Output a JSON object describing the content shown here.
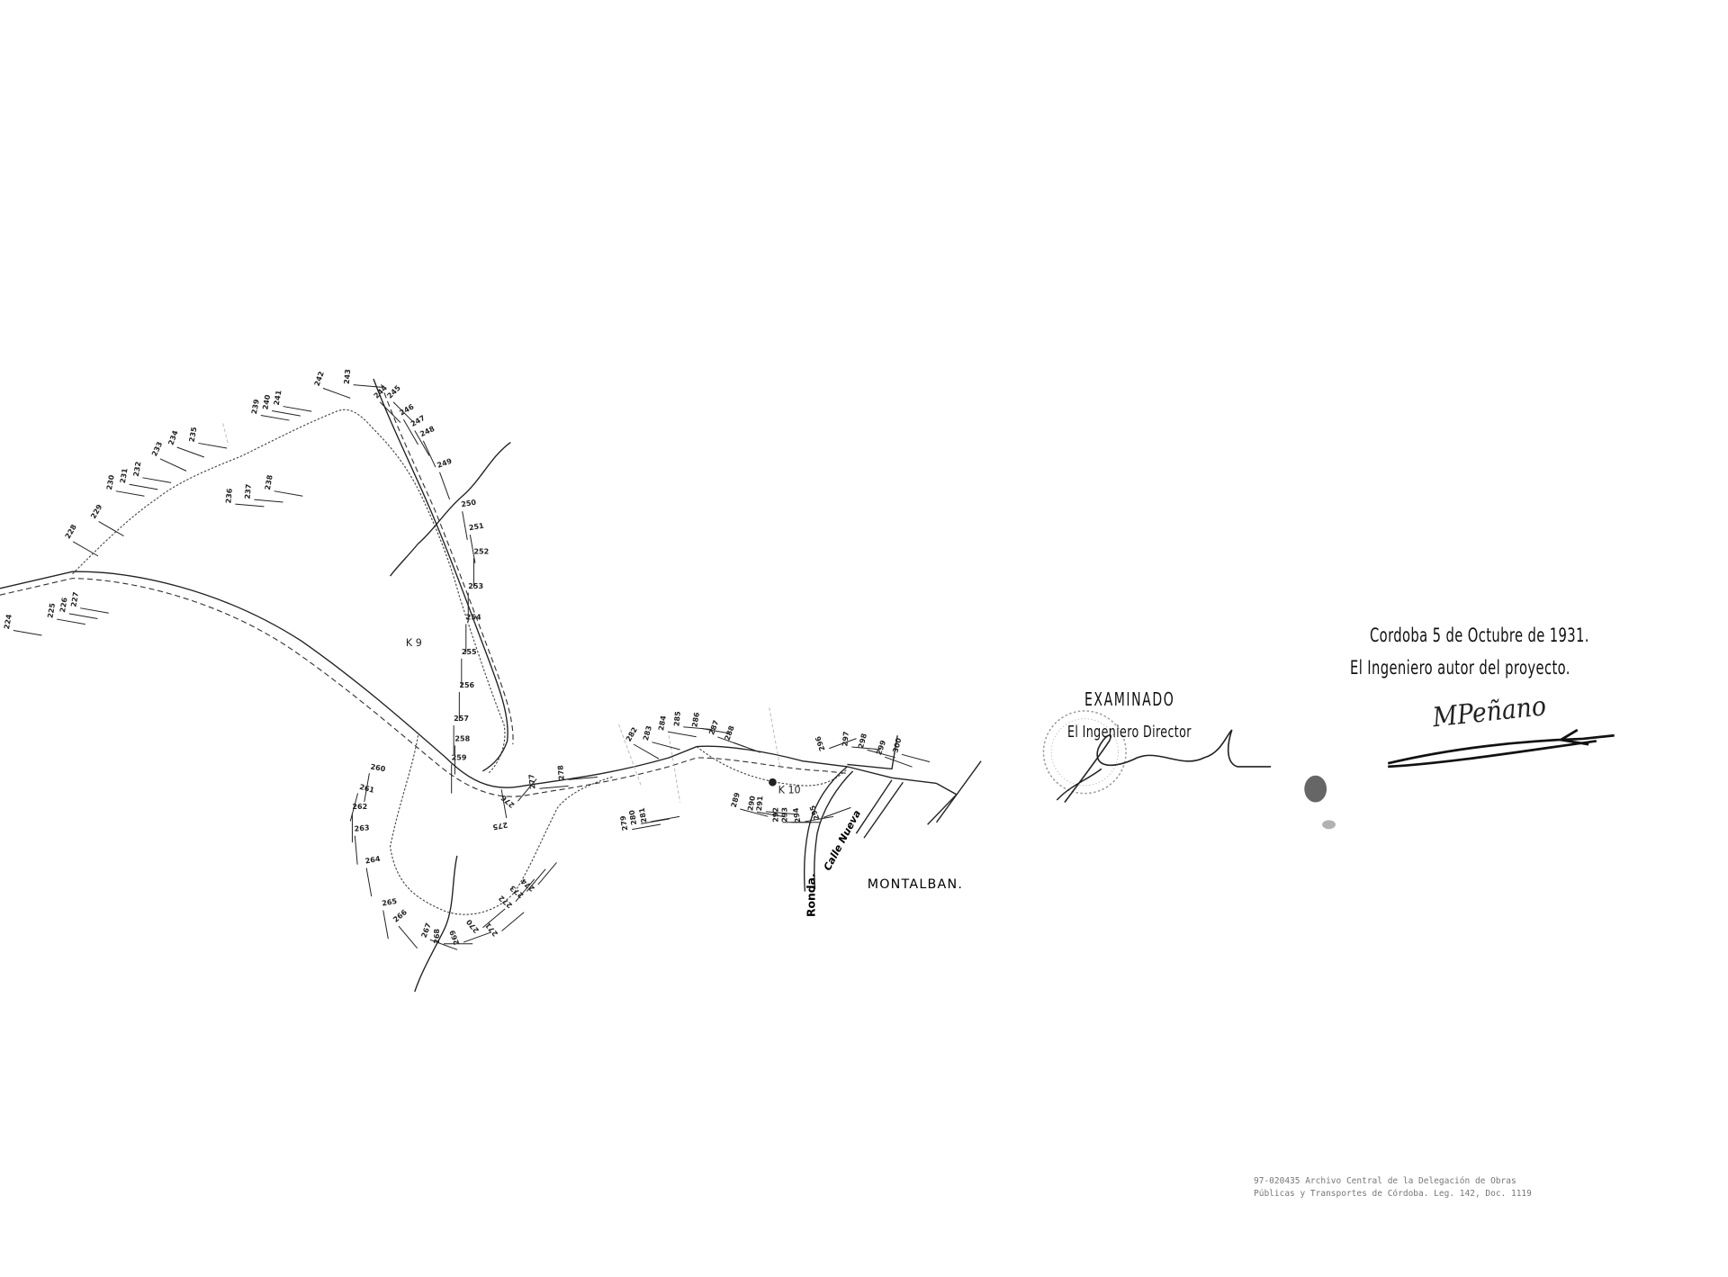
{
  "map": {
    "town_label": "MONTALBAN.",
    "street_ronda": "Ronda.",
    "street_calle_nueva": "Calle Nueva",
    "km_markers": [
      "K 9",
      "K 10"
    ],
    "stations": [
      "224",
      "225",
      "226",
      "227",
      "228",
      "229",
      "230",
      "231",
      "232",
      "233",
      "234",
      "235",
      "236",
      "237",
      "238",
      "239",
      "240",
      "241",
      "242",
      "243",
      "244",
      "245",
      "246",
      "247",
      "248",
      "249",
      "250",
      "251",
      "252",
      "253",
      "254",
      "255",
      "256",
      "257",
      "258",
      "259",
      "260",
      "261",
      "262",
      "263",
      "264",
      "265",
      "266",
      "267",
      "268",
      "269",
      "270",
      "271",
      "272",
      "273",
      "274",
      "275",
      "276",
      "277",
      "278",
      "279",
      "280",
      "281",
      "282",
      "283",
      "284",
      "285",
      "286",
      "287",
      "288",
      "289",
      "290",
      "291",
      "292",
      "293",
      "294",
      "295",
      "296",
      "297",
      "298",
      "299",
      "300"
    ]
  },
  "signature_block": {
    "place_date": "Cordoba 5 de Octubre de 1931.",
    "author_title": "El Ingeniero autor del proyecto.",
    "examined": "EXAMINADO",
    "director_title": "El Ingeniero Director",
    "author_signature": "MPeñano"
  },
  "archive_note": {
    "line1": "97-020435  Archivo Central de la Delegación de Obras",
    "line2": "Públicas y Transportes de Córdoba. Leg. 142, Doc. 1119"
  }
}
